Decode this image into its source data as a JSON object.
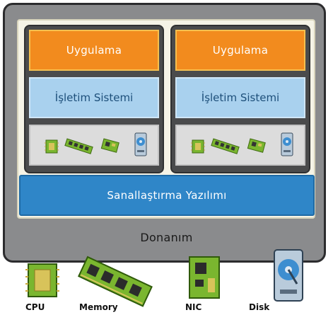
{
  "hardware_layer": {
    "label": "Donanım"
  },
  "virtualization_layer": {
    "label": "Sanallaştırma Yazılımı"
  },
  "virtual_machines": [
    {
      "application": "Uygulama",
      "operating_system": "İşletim Sistemi"
    },
    {
      "application": "Uygulama",
      "operating_system": "İşletim Sistemi"
    }
  ],
  "physical_hardware": {
    "cpu": "CPU",
    "memory": "Memory",
    "nic": "NIC",
    "disk": "Disk"
  },
  "colors": {
    "application": "#f28b1e",
    "operating_system": "#a9d1ee",
    "virtualization": "#2f86c8",
    "hardware_frame": "#8a8b8d"
  }
}
